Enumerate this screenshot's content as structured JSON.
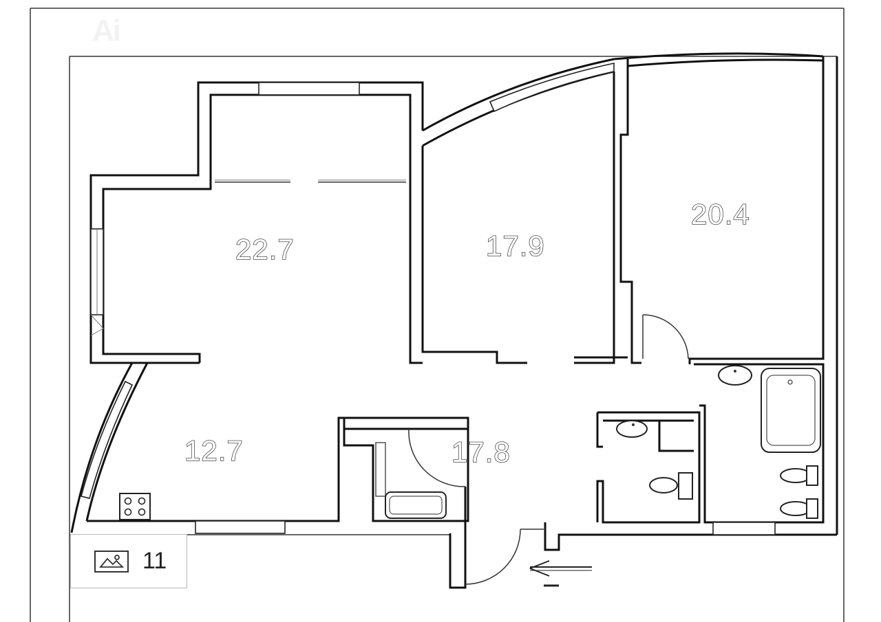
{
  "watermark": "Ai",
  "rooms": [
    {
      "id": "living",
      "area": "22.7"
    },
    {
      "id": "bedroom-middle",
      "area": "17.9"
    },
    {
      "id": "bedroom-right",
      "area": "20.4"
    },
    {
      "id": "kitchen",
      "area": "12.7"
    },
    {
      "id": "hall",
      "area": "17.8"
    }
  ],
  "photo_badge": {
    "icon": "image-icon",
    "count": "11"
  },
  "entrance": {
    "icon": "arrow-left-icon"
  }
}
